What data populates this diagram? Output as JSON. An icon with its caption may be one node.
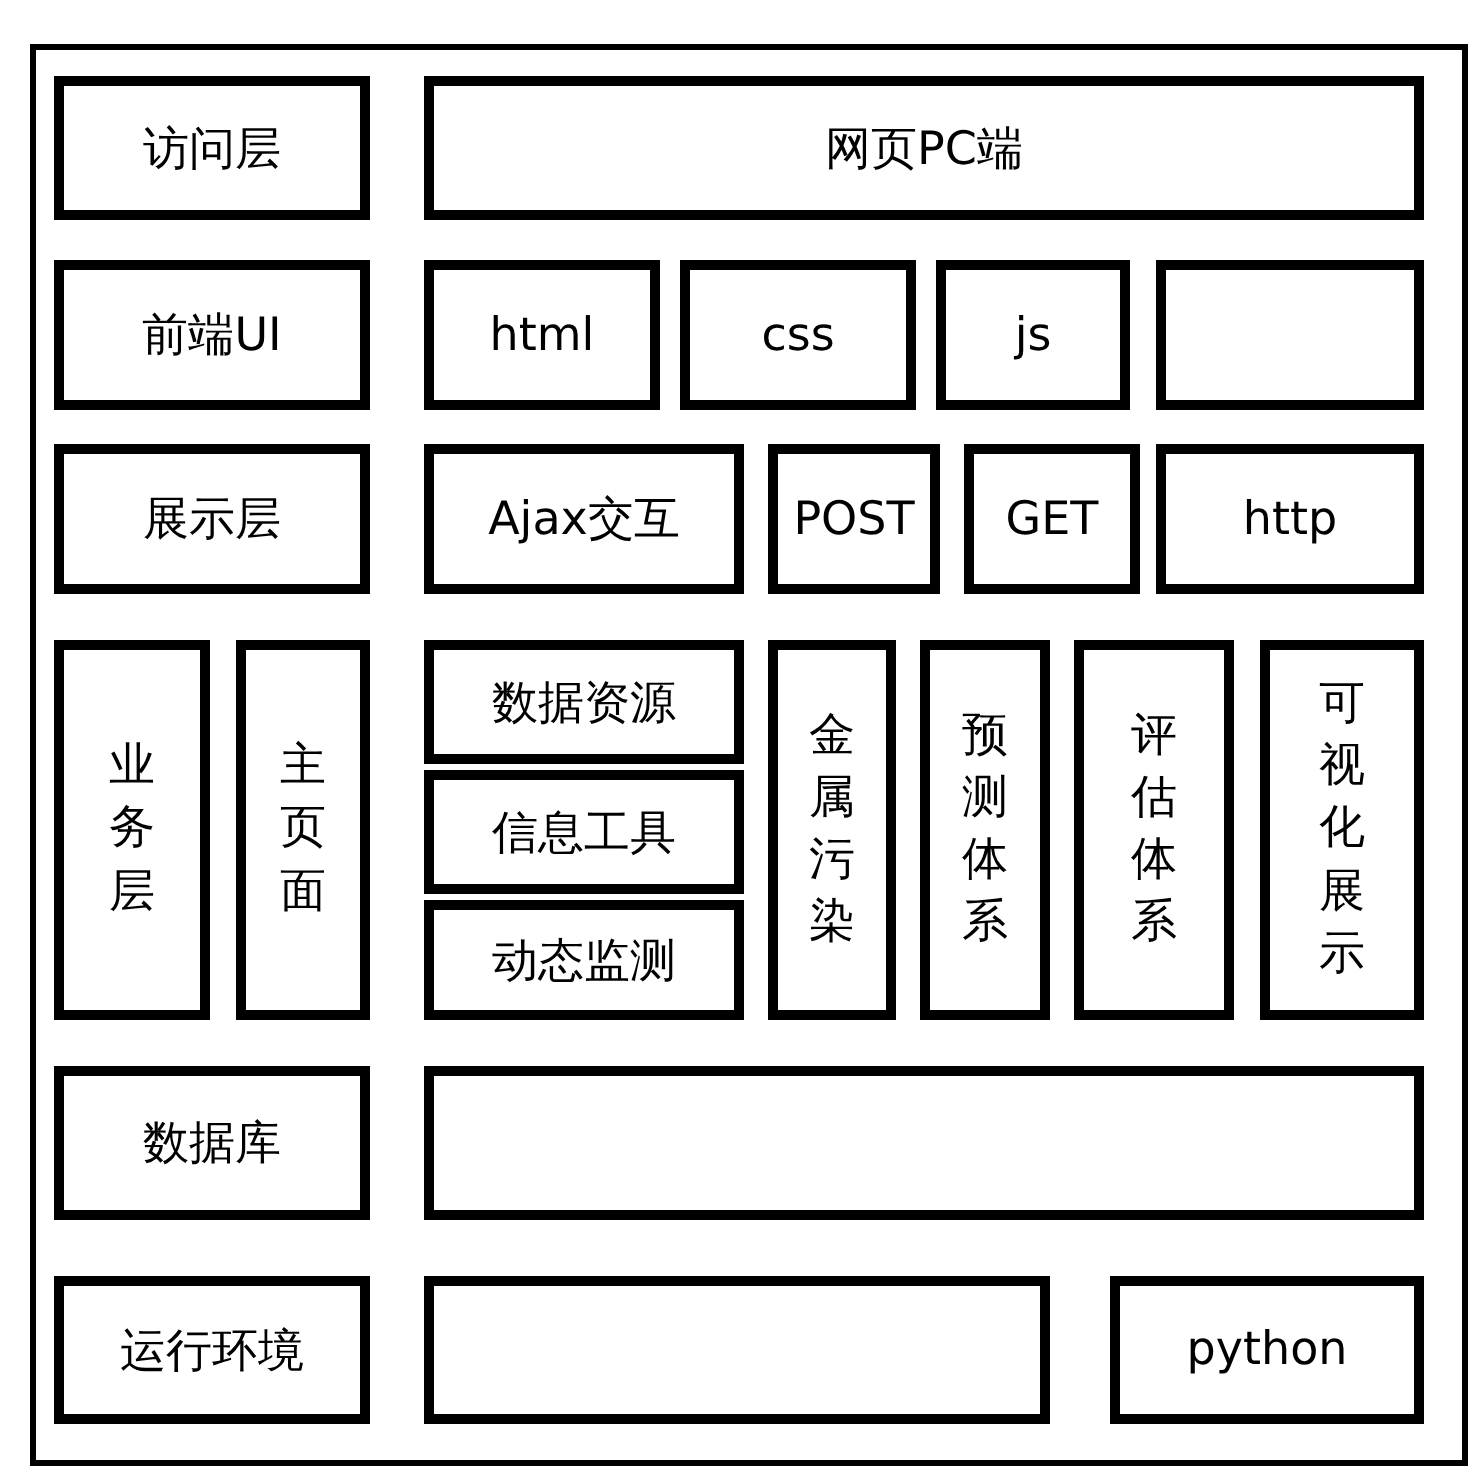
{
  "diagram": {
    "nodes": [
      {
        "text": [
          "访问层"
        ]
      },
      {
        "text": [
          "网页PC端"
        ]
      },
      {
        "text": [
          "前端UI"
        ]
      },
      {
        "text": [
          "html"
        ]
      },
      {
        "text": [
          "css"
        ]
      },
      {
        "text": [
          "js"
        ]
      },
      {
        "text": [],
        "shape": "box"
      },
      {
        "text": [
          "展示层"
        ]
      },
      {
        "text": [
          "Ajax交互"
        ]
      },
      {
        "text": [
          "POST"
        ]
      },
      {
        "text": [
          "GET"
        ]
      },
      {
        "text": [
          "http"
        ]
      },
      {
        "text": [
          "业务层"
        ]
      },
      {
        "text": [
          "主页面"
        ]
      },
      {
        "text": [
          "数据资源"
        ]
      },
      {
        "text": [
          "信息工具"
        ]
      },
      {
        "text": [
          "动态监测"
        ]
      },
      {
        "text": [
          "金属污染"
        ]
      },
      {
        "text": [
          "预测体系"
        ]
      },
      {
        "text": [
          "评估体系"
        ]
      },
      {
        "text": [
          "可视化展示"
        ]
      },
      {
        "text": [
          "数据库"
        ]
      },
      {
        "text": [],
        "shape": "box"
      },
      {
        "text": [
          "运行环境"
        ]
      },
      {
        "text": [],
        "shape": "box"
      },
      {
        "text": [
          "python"
        ]
      }
    ],
    "edges": []
  }
}
